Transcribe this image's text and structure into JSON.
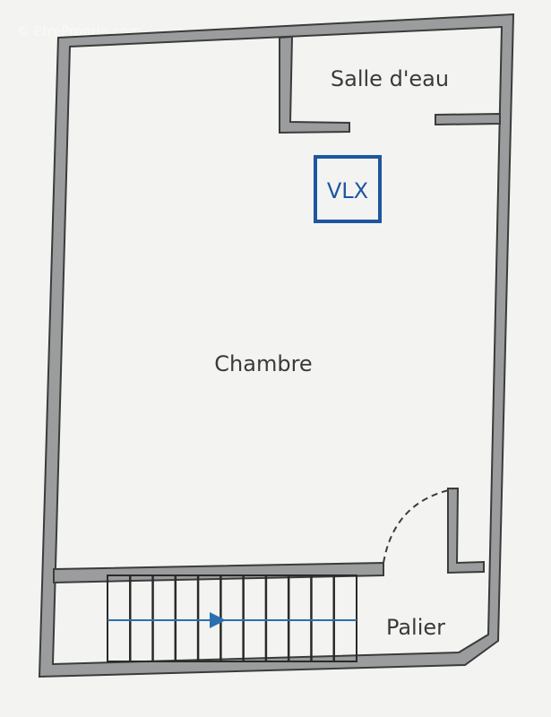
{
  "watermark": "© EtreProprio.com",
  "rooms": {
    "bathroom": "Salle d'eau",
    "bedroom": "Chambre",
    "landing": "Palier"
  },
  "vmc_label": "VLX",
  "colors": {
    "background": "#f3f3f1",
    "wall_fill": "#9a9c9d",
    "wall_stroke": "#3b3b3b",
    "vmc_blue": "#1e56a0",
    "stair_arrow": "#2a6fb0"
  },
  "icons": [
    "door-swing-icon",
    "stair-arrow-icon"
  ]
}
